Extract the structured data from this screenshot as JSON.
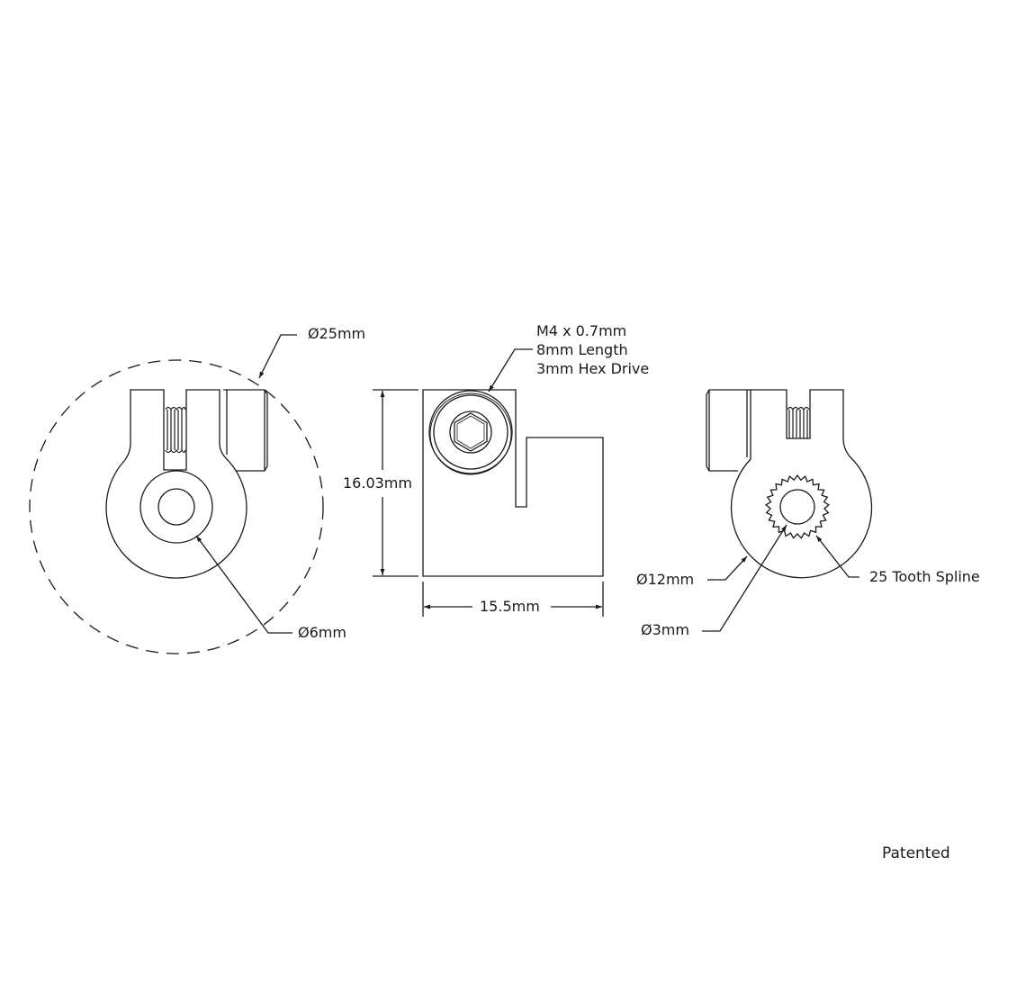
{
  "drawing": {
    "line_color": "#1a1a1a",
    "background": "#ffffff",
    "views": {
      "left_end_view": {
        "labels": {
          "outer_diameter": "Ø25mm",
          "bore_diameter": "Ø6mm"
        }
      },
      "side_view": {
        "labels": {
          "screw_line1": "M4 x 0.7mm",
          "screw_line2": "8mm Length",
          "screw_line3": "3mm Hex Drive",
          "height": "16.03mm",
          "width": "15.5mm"
        }
      },
      "right_end_view": {
        "labels": {
          "hub_diameter": "Ø12mm",
          "spline": "25 Tooth Spline",
          "bore_diameter": "Ø3mm"
        }
      }
    },
    "note": "Patented"
  }
}
